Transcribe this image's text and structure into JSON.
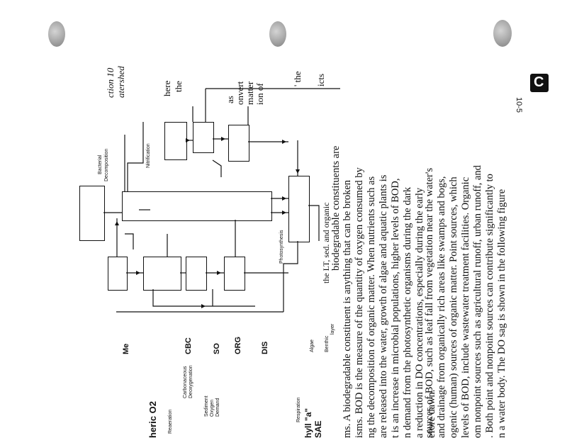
{
  "page": {
    "page_number": "10-5",
    "tab_glyph": "C"
  },
  "header_fragments": {
    "line1": "ction 10",
    "line2": "atershed",
    "mid1": "here",
    "mid2": "the",
    "mid3": "as",
    "mid4": "onvert",
    "mid5": "matter",
    "mid6": "ion of",
    "mid7": "' the",
    "mid8": "icts"
  },
  "diagram": {
    "labels": {
      "bacterial": "Bacterial",
      "decomposition": "Decomposition",
      "nitrification": "Nitrification",
      "photosynthesis": "Photosynthesis",
      "algae": "Algae",
      "benthic": "Benthic",
      "layer": "layer",
      "reaeration": "Reaeration",
      "carbonaceous": "Carbonaceous",
      "deoxygenation": "Deoxygenation",
      "sediment": "Sediment",
      "oxygen": "Oxygen",
      "demand": "Demand",
      "respiration": "Respiration"
    },
    "left_labels": [
      "Me",
      "CBC",
      "SO",
      "ORG",
      "DIS"
    ],
    "left_fragments": {
      "o2": "heric O2",
      "chl1": "hyll \"a\"",
      "chl2": "SAE"
    }
  },
  "body": {
    "line_a": "the LT, sed. and organic",
    "line_b": "biodegradable constituents are",
    "para1": [
      "ms. A biodegradable constituent is anything that can be broken",
      "isms. BOD is the measure of the quantity of oxygen consumed by",
      "ng the decomposition of organic matter. When nutrients such as",
      "are released into the water, growth of algae and aquatic plants is",
      "t is an increase in microbial populations, higher levels of BOD,",
      "n demand from the photosynthetic organisms during the dark",
      "a reduction in DO concentrations, especially during the early",
      "efore dawn."
    ],
    "para2": [
      "sources of BOD, such as leaf fall from vegetation near the water's",
      "and drainage from organically rich areas like swamps and bogs,",
      "ogenic (human) sources of organic matter. Point sources, which",
      "levels of BOD, include wastewater treatment facilities. Organic",
      "om nonpoint sources such as agricultural runoff, urban runoff, and",
      ". Both point and nonpoint sources can contribute significantly to",
      "n a water body. The DO sag is shown in the following figure"
    ]
  }
}
